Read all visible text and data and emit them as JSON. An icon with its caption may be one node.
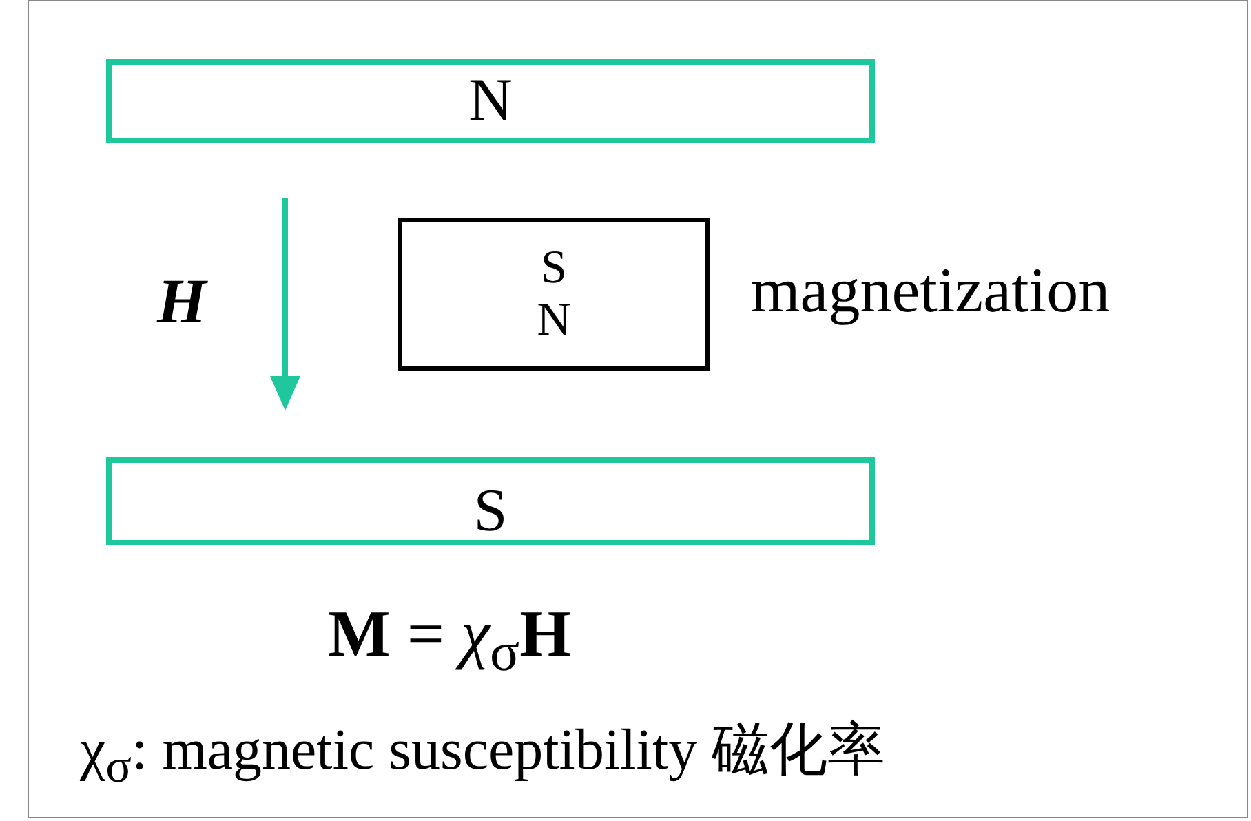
{
  "diagram": {
    "nodes": [
      {
        "text": [
          "N"
        ]
      },
      {
        "text": [
          "S",
          "N"
        ],
        "beside": [
          "magnetization"
        ]
      },
      {
        "text": [
          "S"
        ]
      }
    ],
    "edges": [],
    "labels": [
      "H",
      "**M** = *χ*$_{σ}$**H**",
      "χ$_{σ}$: magnetic susceptibility 磁化率"
    ]
  }
}
